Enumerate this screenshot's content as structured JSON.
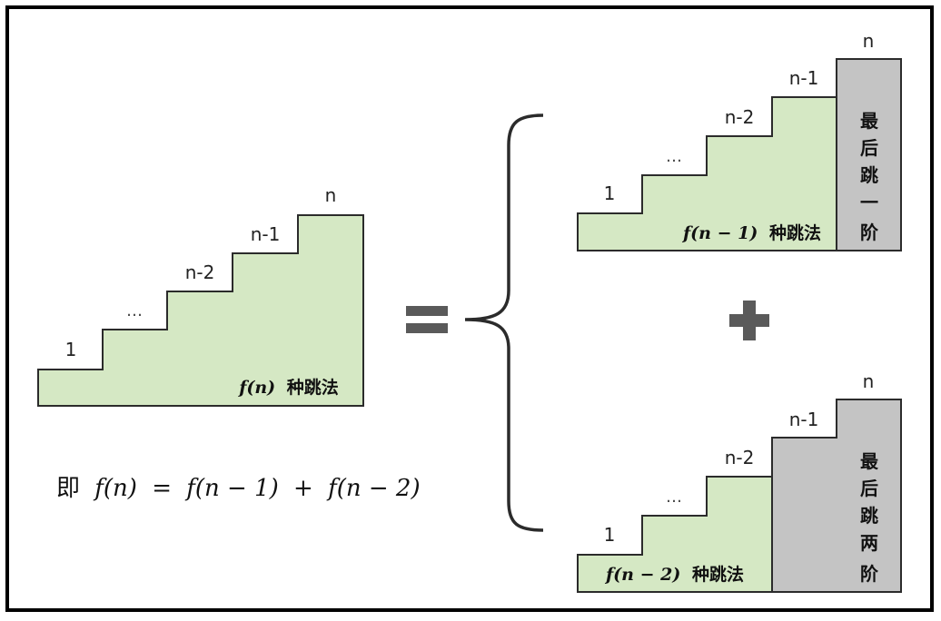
{
  "left": {
    "steps": [
      "1",
      "…",
      "n-2",
      "n-1",
      "n"
    ],
    "caption_func": "f(n)",
    "caption_text": "种跳法"
  },
  "formula": {
    "prefix": "即",
    "expr_parts": [
      "f(n)",
      "=",
      "f(n − 1)",
      "+",
      "f(n − 2)"
    ]
  },
  "top_right": {
    "steps": [
      "1",
      "…",
      "n-2",
      "n-1",
      "n"
    ],
    "caption_func": "f(n − 1)",
    "caption_text": "种跳法",
    "last_step_chars": [
      "最",
      "后",
      "跳",
      "一",
      "阶"
    ]
  },
  "bottom_right": {
    "steps": [
      "1",
      "…",
      "n-2",
      "n-1",
      "n"
    ],
    "caption_func": "f(n − 2)",
    "caption_text": "种跳法",
    "last_step_chars": [
      "最",
      "后",
      "跳",
      "两",
      "阶"
    ]
  },
  "colors": {
    "green": "#d5e8c4",
    "gray": "#c4c4c4",
    "stroke": "#2b2b2b",
    "symbol": "#5a5a5a"
  }
}
